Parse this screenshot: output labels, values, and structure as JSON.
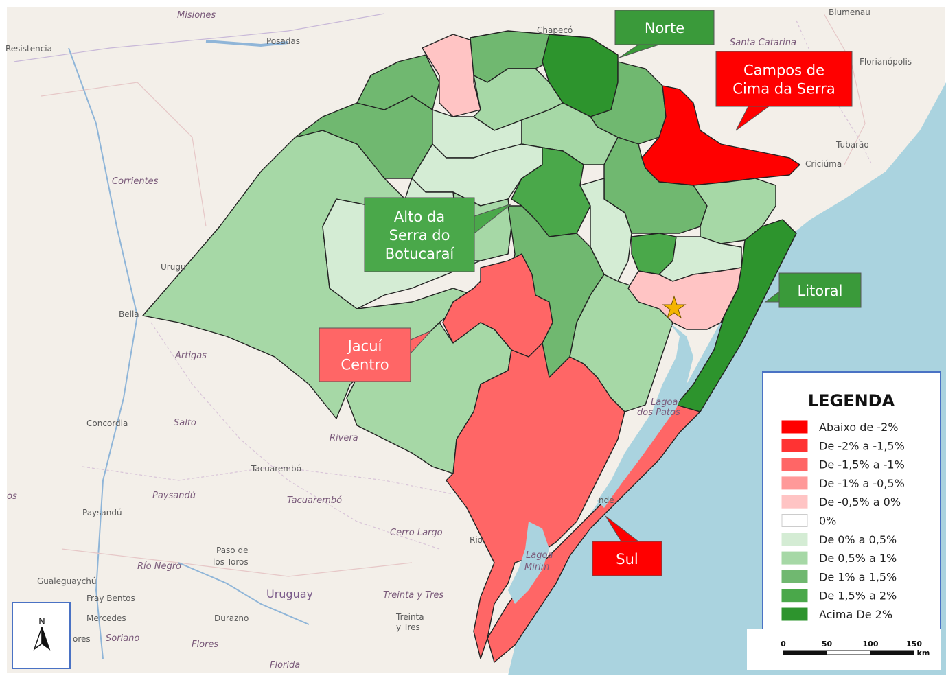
{
  "colors": {
    "ocean": "#aad3df",
    "land": "#f3efe9",
    "border": "#111111",
    "legend_frame": "#4a72c4"
  },
  "places": [
    {
      "name": "Misiones",
      "style": "italic"
    },
    {
      "name": "Posadas",
      "style": "normal"
    },
    {
      "name": "Resistencia",
      "style": "normal"
    },
    {
      "name": "Chapecó",
      "style": "normal"
    },
    {
      "name": "Santa Catarina",
      "style": "italic"
    },
    {
      "name": "Blumenau",
      "style": "normal"
    },
    {
      "name": "Florianópolis",
      "style": "normal"
    },
    {
      "name": "Tubarão",
      "style": "normal"
    },
    {
      "name": "Criciúma",
      "style": "normal"
    },
    {
      "name": "Corrientes",
      "style": "italic"
    },
    {
      "name": "Urugu",
      "style": "normal"
    },
    {
      "name": "Bella",
      "style": "normal"
    },
    {
      "name": "Artigas",
      "style": "italic"
    },
    {
      "name": "Salto",
      "style": "italic"
    },
    {
      "name": "Concordia",
      "style": "normal"
    },
    {
      "name": "Rivera",
      "style": "italic"
    },
    {
      "name": "Tacuarembó",
      "style": "normal"
    },
    {
      "name": "Paysandú",
      "style": "italic"
    },
    {
      "name": "Tacuarembó",
      "style": "italic"
    },
    {
      "name": "Paysandú",
      "style": "normal"
    },
    {
      "name": "Cerro Largo",
      "style": "italic"
    },
    {
      "name": "Rio",
      "style": "normal"
    },
    {
      "name": "Paso de",
      "style": "normal"
    },
    {
      "name": "los Toros",
      "style": "normal"
    },
    {
      "name": "Río Negro",
      "style": "italic"
    },
    {
      "name": "Gualeguaychú",
      "style": "normal"
    },
    {
      "name": "Fray Bentos",
      "style": "normal"
    },
    {
      "name": "Uruguay",
      "style": "big"
    },
    {
      "name": "Treinta y Tres",
      "style": "italic"
    },
    {
      "name": "Mercedes",
      "style": "normal"
    },
    {
      "name": "Durazno",
      "style": "normal"
    },
    {
      "name": "Treinta",
      "style": "normal"
    },
    {
      "name": "y Tres",
      "style": "normal"
    },
    {
      "name": "Soriano",
      "style": "italic"
    },
    {
      "name": "Flores",
      "style": "italic"
    },
    {
      "name": "Florida",
      "style": "italic"
    },
    {
      "name": "os",
      "style": "italic"
    },
    {
      "name": "ores",
      "style": "normal"
    },
    {
      "name": "Lagoa",
      "style": "italic"
    },
    {
      "name": "dos Patos",
      "style": "italic"
    },
    {
      "name": "Lagoa",
      "style": "italic"
    },
    {
      "name": "Mirim",
      "style": "italic"
    },
    {
      "name": "nde",
      "style": "normal"
    }
  ],
  "callouts": [
    {
      "id": "norte",
      "lines": [
        "Norte"
      ],
      "color": "#3a9a3a"
    },
    {
      "id": "campos",
      "lines": [
        "Campos de",
        "Cima da Serra"
      ],
      "color": "#ff0000"
    },
    {
      "id": "alto",
      "lines": [
        "Alto da",
        "Serra do",
        "Botucaraí"
      ],
      "color": "#4aa84a"
    },
    {
      "id": "litoral",
      "lines": [
        "Litoral"
      ],
      "color": "#3a9a3a"
    },
    {
      "id": "jacui",
      "lines": [
        "Jacuí",
        "Centro"
      ],
      "color": "#ff6666"
    },
    {
      "id": "sul",
      "lines": [
        "Sul"
      ],
      "color": "#ff0000"
    }
  ],
  "legend": {
    "title": "LEGENDA",
    "items": [
      {
        "label": "Abaixo de -2%",
        "color": "#ff0000"
      },
      {
        "label": "De -2% a -1,5%",
        "color": "#ff3333"
      },
      {
        "label": "De -1,5% a -1%",
        "color": "#ff6666"
      },
      {
        "label": "De -1% a -0,5%",
        "color": "#ff9999"
      },
      {
        "label": "De -0,5% a 0%",
        "color": "#ffc4c4"
      },
      {
        "label": "0%",
        "color": "#ffffff"
      },
      {
        "label": "De 0% a 0,5%",
        "color": "#d4ecd4"
      },
      {
        "label": "De 0,5% a 1%",
        "color": "#a6d8a6"
      },
      {
        "label": "De 1% a 1,5%",
        "color": "#70b870"
      },
      {
        "label": "De 1,5% a 2%",
        "color": "#4aa84a"
      },
      {
        "label": "Acima De 2%",
        "color": "#2d942d"
      }
    ]
  },
  "scale_bar": {
    "ticks": [
      "0",
      "50",
      "100",
      "150"
    ],
    "unit": "km"
  },
  "north_arrow": {
    "label": "N"
  },
  "capital_marker": {
    "icon": "star-icon",
    "color": "#f5b400"
  }
}
